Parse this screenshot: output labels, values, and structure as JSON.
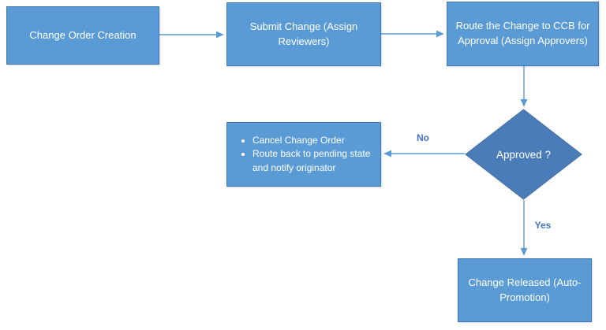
{
  "nodes": {
    "change_order_creation": {
      "label": "Change Order Creation"
    },
    "submit_change": {
      "label": "Submit Change (Assign Reviewers)"
    },
    "route_to_ccb": {
      "label": "Route the Change to CCB for Approval (Assign Approvers)"
    },
    "approved_decision": {
      "label": "Approved ?"
    },
    "cancel_change_order": {
      "bullets": [
        "Cancel Change Order",
        "Route back to pending state and notify originator"
      ]
    },
    "change_released": {
      "label": "Change Released (Auto-Promotion)"
    }
  },
  "edge_labels": {
    "no": "No",
    "yes": "Yes"
  },
  "colors": {
    "node_fill": "#5B9BD5",
    "node_border": "#4477AC",
    "decision_fill": "#4A7CB8",
    "decision_border": "#3F6DA3",
    "connector": "#5B9BD5",
    "edge_label": "#4472C4",
    "node_text": "#FFFFFF",
    "background": "#FFFFFF"
  }
}
